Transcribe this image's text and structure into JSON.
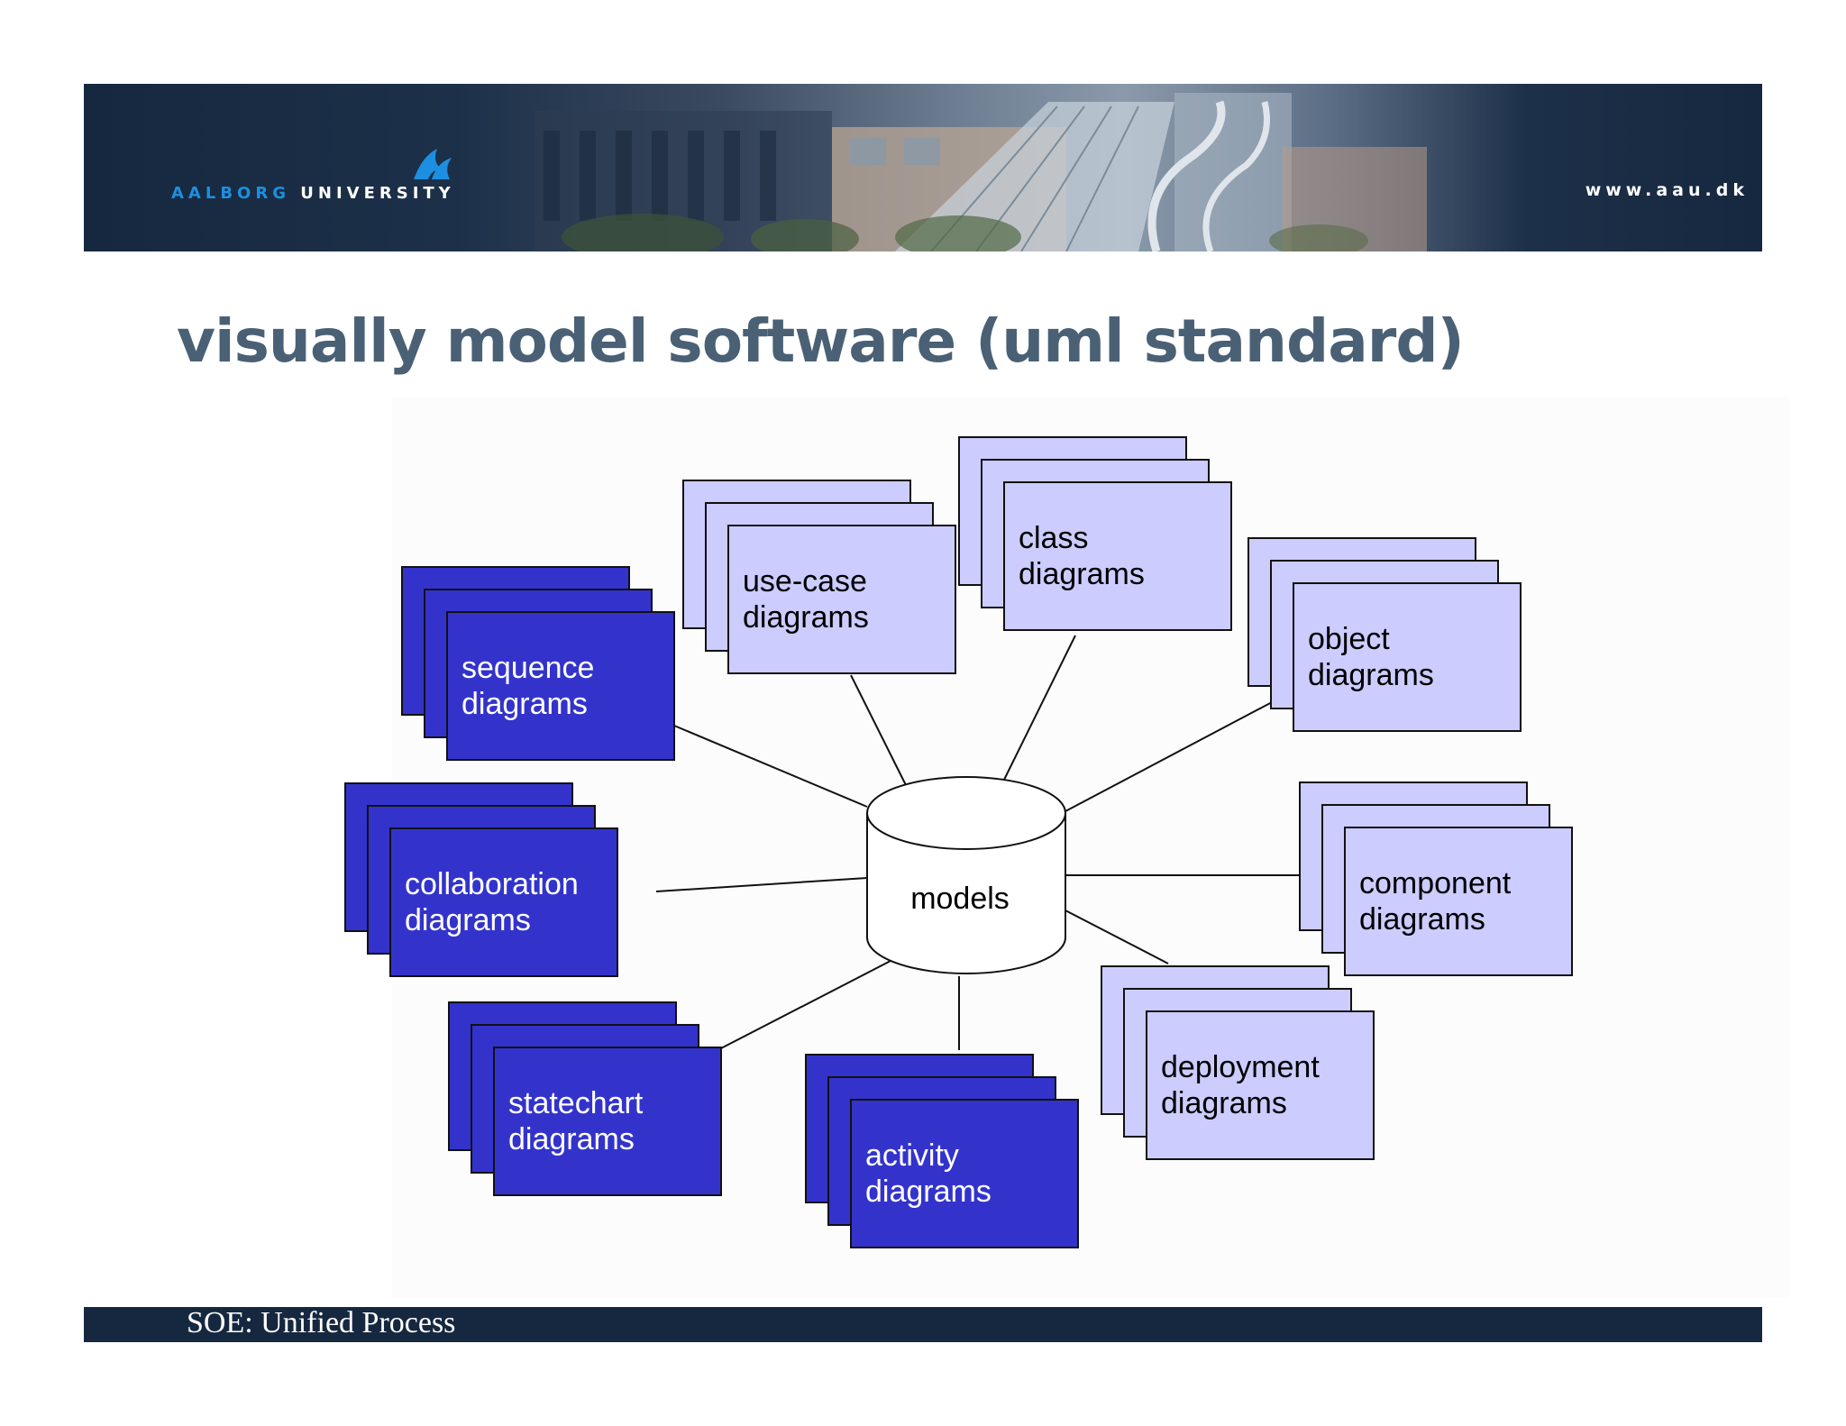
{
  "header": {
    "logo_primary": "AALBORG",
    "logo_secondary": "UNIVERSITY",
    "url": "www.aau.dk"
  },
  "slide": {
    "title": "visually model software (uml standard)",
    "footer": "SOE: Unified Process"
  },
  "colors": {
    "header_band": "#16283f",
    "title_text": "#4a6075",
    "dark_diagram_fill": "#3333cc",
    "light_diagram_fill": "#ccccff",
    "logo_blue": "#1d8fe0"
  },
  "diagram": {
    "hub": {
      "label": "models"
    },
    "nodes": [
      {
        "id": "use-case",
        "line1": "use-case",
        "line2": "diagrams",
        "style": "light"
      },
      {
        "id": "class",
        "line1": "class",
        "line2": "diagrams",
        "style": "light"
      },
      {
        "id": "object",
        "line1": "object",
        "line2": "diagrams",
        "style": "light"
      },
      {
        "id": "sequence",
        "line1": "sequence",
        "line2": "diagrams",
        "style": "dark"
      },
      {
        "id": "collaboration",
        "line1": "collaboration",
        "line2": "diagrams",
        "style": "dark"
      },
      {
        "id": "component",
        "line1": "component",
        "line2": "diagrams",
        "style": "light"
      },
      {
        "id": "statechart",
        "line1": "statechart",
        "line2": "diagrams",
        "style": "dark"
      },
      {
        "id": "activity",
        "line1": "activity",
        "line2": "diagrams",
        "style": "dark"
      },
      {
        "id": "deployment",
        "line1": "deployment",
        "line2": "diagrams",
        "style": "light"
      }
    ]
  }
}
